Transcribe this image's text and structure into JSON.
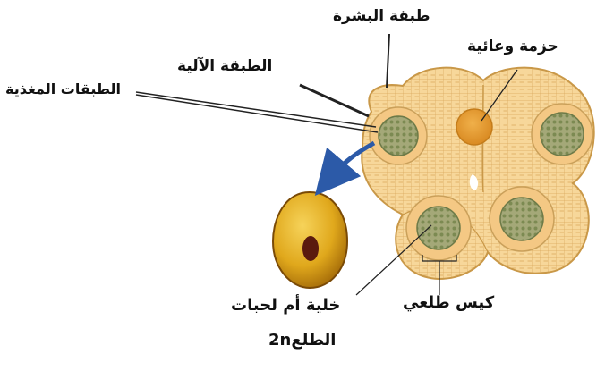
{
  "labels": {
    "epidermis": "طبقة البشرة",
    "vascular_bundle": "حزمة وعائية",
    "mechanical_layer": "الطبقة الآلية",
    "nutritive_layers": "الطبقات المغذية",
    "pollen_sac": "كيس طلعي",
    "pollen_mother_cell_line1": "خلية أم لحبات",
    "pollen_mother_cell_line2": "الطلع2n"
  },
  "colors": {
    "anther_fill": "#f7d79a",
    "cell_lines": "#d9a75a",
    "pollen_sac_fill": "#8f9a6a",
    "vascular_bundle_fill": "#e8a13a",
    "arrow": "#2c5aa8",
    "mother_cell": "#e0a81c",
    "nucleus": "#5a1a0e"
  }
}
